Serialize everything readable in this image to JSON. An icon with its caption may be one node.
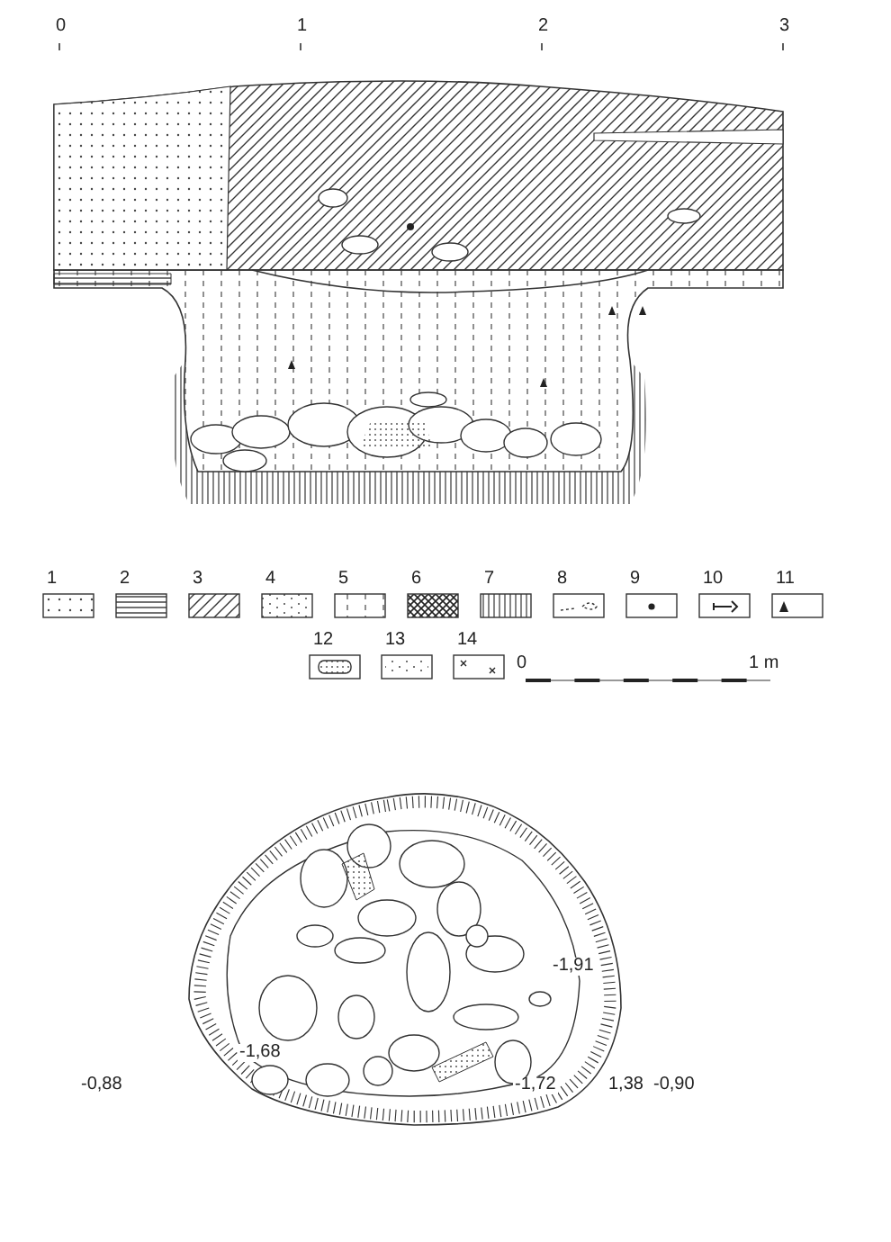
{
  "diagram": {
    "labels": [
      "0",
      "1",
      "2",
      "3",
      "0",
      "1 m",
      "-1,91",
      "-0,88",
      "-1,68",
      "-1,72",
      "1,38",
      "-0,90"
    ],
    "legend": [
      {
        "text": "1"
      },
      {
        "text": "2"
      },
      {
        "text": "3"
      },
      {
        "text": "4"
      },
      {
        "text": "5"
      },
      {
        "text": "6"
      },
      {
        "text": "7"
      },
      {
        "text": "8"
      },
      {
        "text": "9"
      },
      {
        "text": "10"
      },
      {
        "text": "11"
      },
      {
        "text": "12"
      },
      {
        "text": "13"
      },
      {
        "text": "14"
      }
    ]
  }
}
